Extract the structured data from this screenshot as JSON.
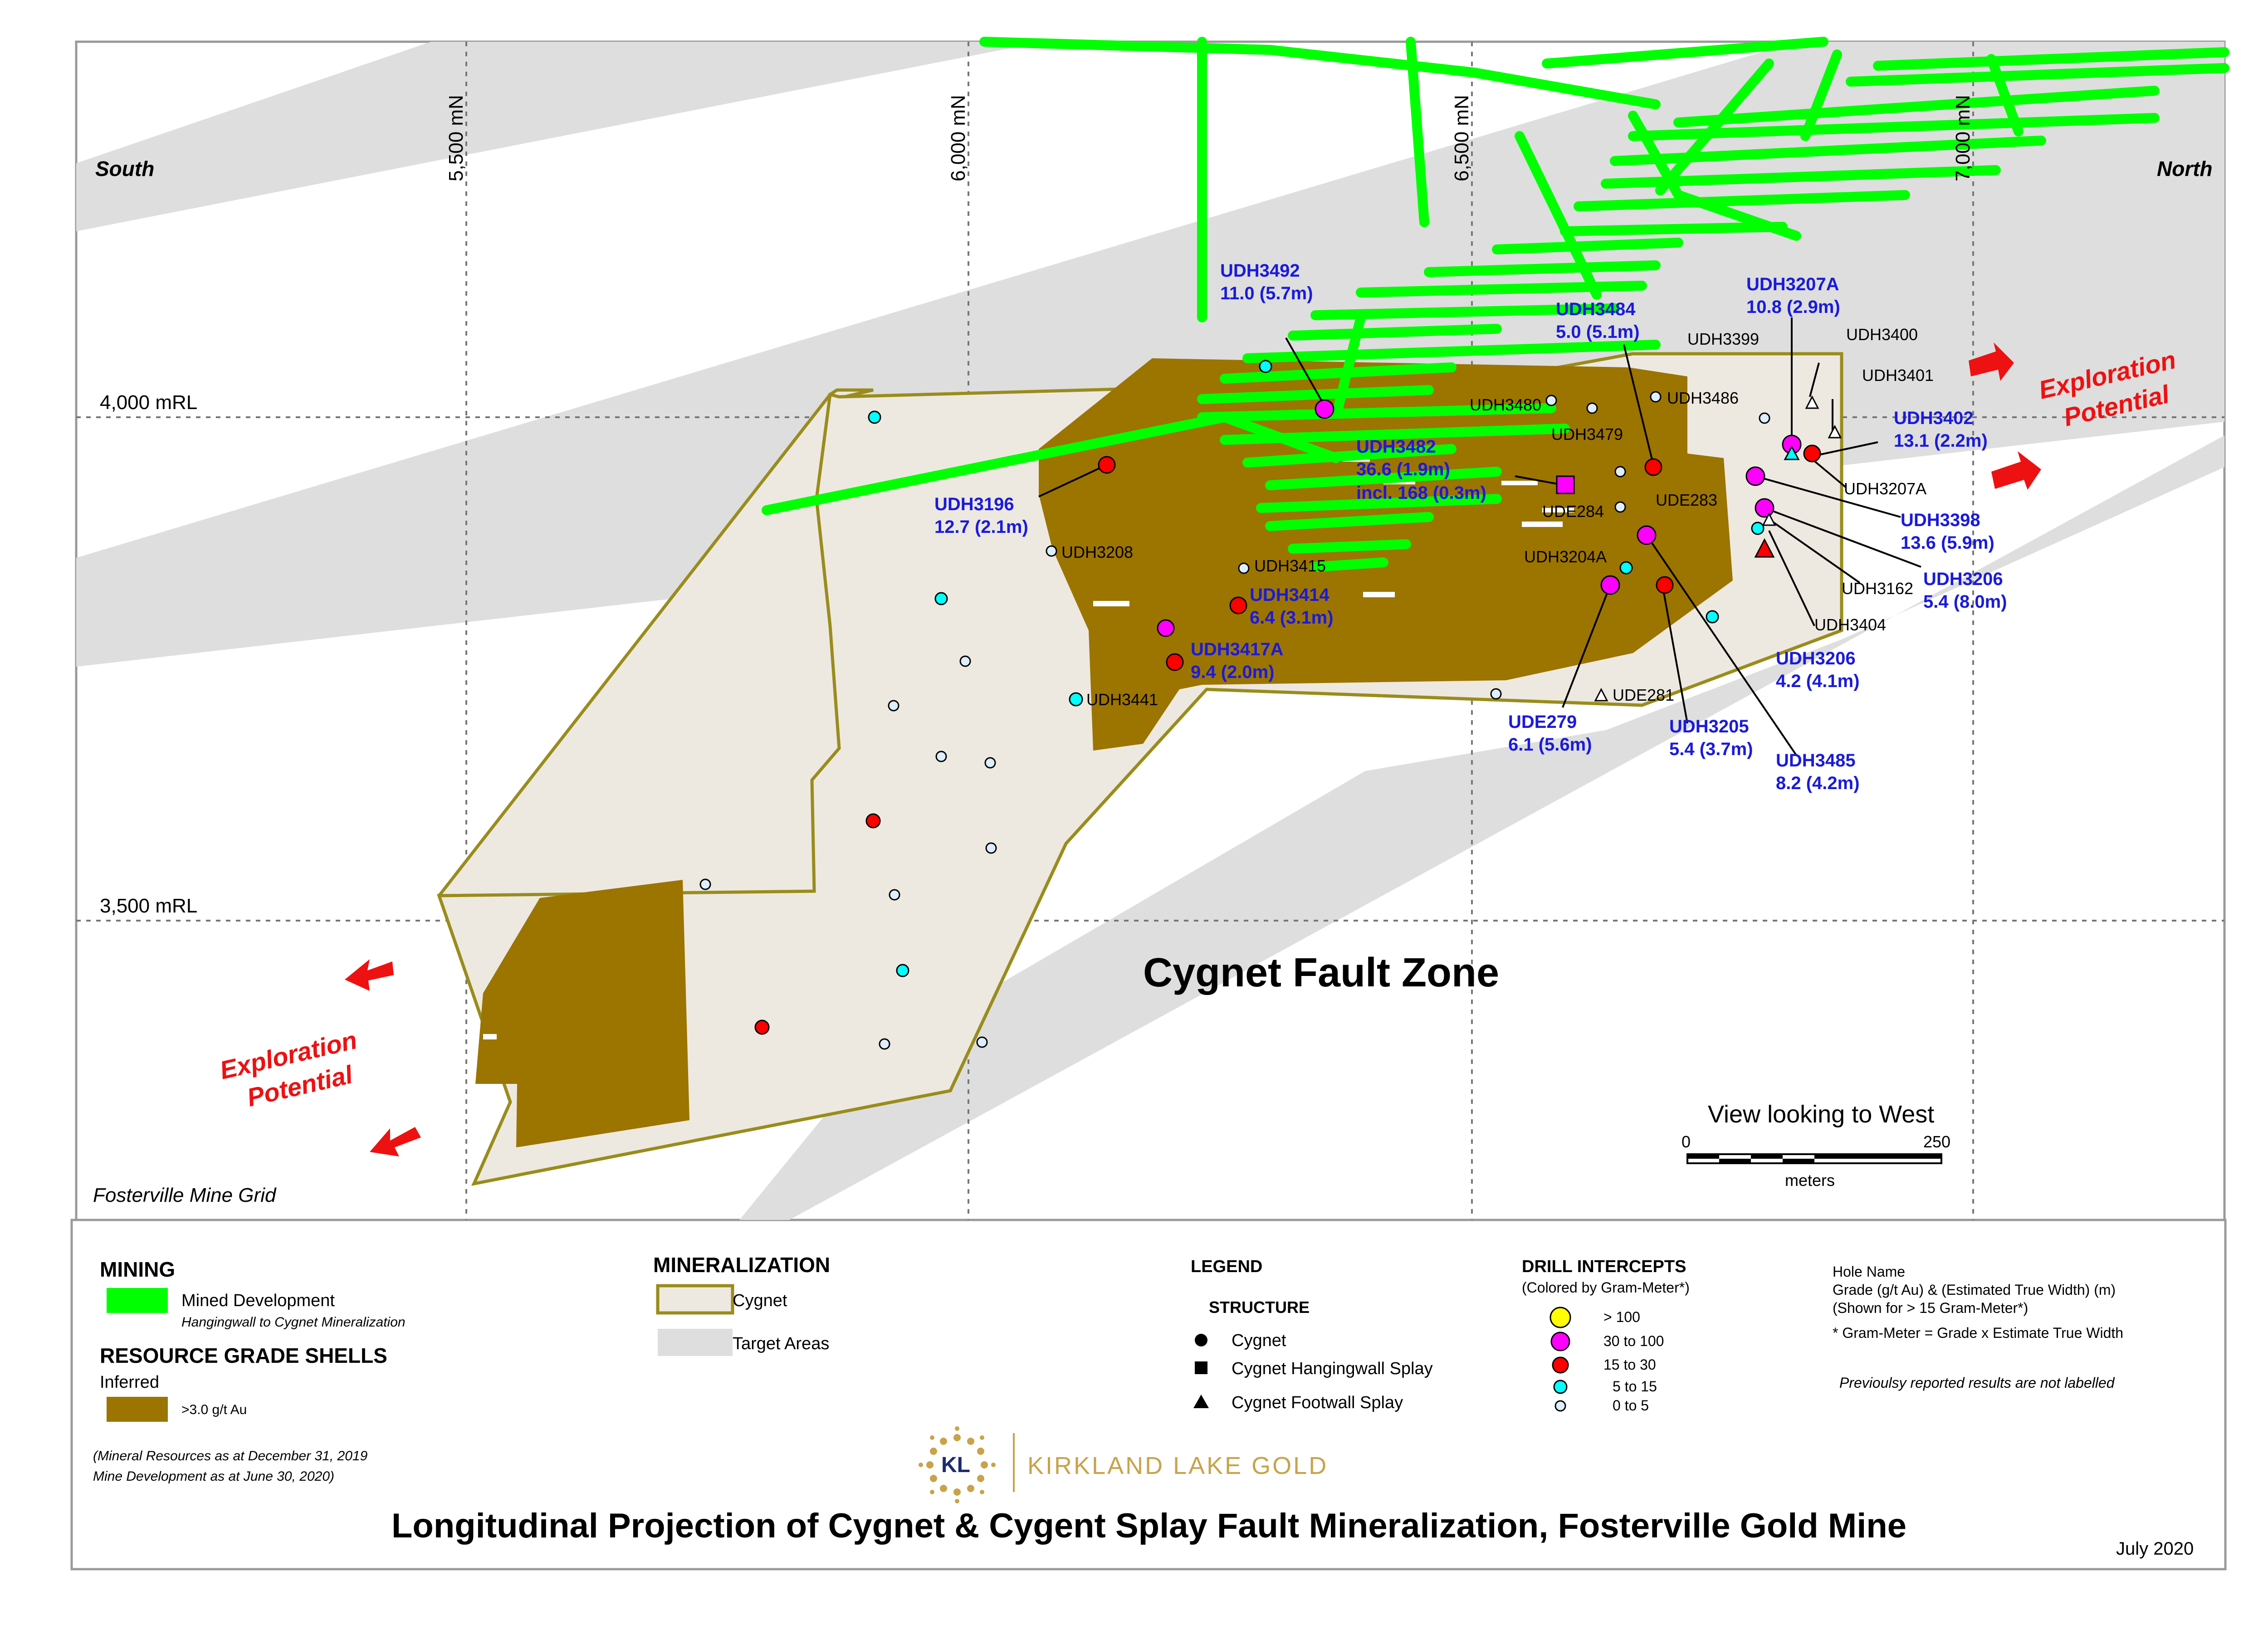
{
  "map": {
    "labels": {
      "south": "South",
      "north": "North",
      "grid": "Fosterville Mine Grid",
      "zone": "Cygnet Fault Zone",
      "view": "View looking to West",
      "exploration_line1": "Exploration",
      "exploration_line2": "Potential"
    },
    "grid_lines": {
      "northings": [
        "5,500 mN",
        "6,000 mN",
        "6,500 mN",
        "7,000 mN"
      ],
      "levels": [
        "4,000 mRL",
        "3,500 mRL"
      ]
    },
    "scale_bar": {
      "min": "0",
      "max": "250",
      "unit": "meters"
    },
    "holes": [
      {
        "id": "UDH3492",
        "value": "11.0 (5.7m)",
        "symbol": "circle",
        "class": "30 to 100"
      },
      {
        "id": "UDH3484",
        "value": "5.0 (5.1m)",
        "symbol": "circle",
        "class": "15 to 30"
      },
      {
        "id": "UDH3207A",
        "value": "10.8 (2.9m)",
        "symbol": "circle",
        "class": "30 to 100"
      },
      {
        "id": "UDH3402",
        "value": "13.1 (2.2m)",
        "symbol": "circle",
        "class": "15 to 30"
      },
      {
        "id": "UDH3482",
        "value": "36.6 (1.9m)",
        "value2": "incl. 168 (0.3m)",
        "symbol": "square",
        "class": "30 to 100"
      },
      {
        "id": "UDH3196",
        "value": "12.7 (2.1m)",
        "symbol": "circle",
        "class": "15 to 30"
      },
      {
        "id": "UDH3398",
        "value": "13.6 (5.9m)",
        "symbol": "circle",
        "class": "30 to 100"
      },
      {
        "id": "UDH3206",
        "value": "5.4 (8.0m)",
        "symbol": "circle",
        "class": "30 to 100"
      },
      {
        "id": "UDH3414",
        "value": "6.4 (3.1m)",
        "symbol": "circle",
        "class": "15 to 30"
      },
      {
        "id": "UDH3417A",
        "value": "9.4 (2.0m)",
        "symbol": "circle",
        "class": "15 to 30"
      },
      {
        "id": "UDH3206",
        "value": "4.2 (4.1m)",
        "symbol": "triangle",
        "class": "15 to 30"
      },
      {
        "id": "UDE279",
        "value": "6.1 (5.6m)",
        "symbol": "circle",
        "class": "30 to 100"
      },
      {
        "id": "UDH3205",
        "value": "5.4 (3.7m)",
        "symbol": "circle",
        "class": "15 to 30"
      },
      {
        "id": "UDH3485",
        "value": "8.2 (4.2m)",
        "symbol": "circle",
        "class": "30 to 100"
      }
    ],
    "small_labels": [
      "UDH3399",
      "UDH3400",
      "UDH3401",
      "UDH3486",
      "UDH3480",
      "UDH3479",
      "UDH3207A",
      "UDE283",
      "UDE284",
      "UDH3204A",
      "UDH3208",
      "UDH3415",
      "UDH3441",
      "UDH3162",
      "UDH3404",
      "UDE281"
    ]
  },
  "legend": {
    "mining": {
      "title": "MINING",
      "item": "Mined Development",
      "sub": "Hangingwall to Cygnet Mineralization",
      "color": "#00ff00"
    },
    "shells": {
      "title": "RESOURCE GRADE SHELLS",
      "sub": "Inferred",
      "item": ">3.0 g/t Au",
      "color": "#9c7400"
    },
    "notes": [
      "(Mineral Resources as at December 31, 2019",
      "Mine Development  as at June 30, 2020)"
    ],
    "mineralization": {
      "title": "MINERALIZATION",
      "cygnet": "Cygnet",
      "target": "Target Areas",
      "fill": "#ede9e0",
      "target_fill": "#dedede"
    },
    "legend_title": "LEGEND",
    "structure": {
      "title": "STRUCTURE",
      "items": [
        "Cygnet",
        "Cygnet Hangingwall Splay",
        "Cygnet Footwall  Splay"
      ]
    },
    "intercepts": {
      "title": "DRILL INTERCEPTS",
      "sub": "(Colored by Gram-Meter*)",
      "classes": [
        {
          "label": "> 100",
          "color": "#ffff00"
        },
        {
          "label": "30  to  100",
          "color": "#ff00ff"
        },
        {
          "label": "15  to    30",
          "color": "#ff0000"
        },
        {
          "label": "5  to    15",
          "color": "#00ffff"
        },
        {
          "label": "0  to      5",
          "color": "#ddeeff"
        }
      ]
    },
    "hole_notes": [
      "Hole Name",
      "Grade (g/t Au) & (Estimated True Width) (m)",
      "(Shown for > 15 Gram-Meter*)",
      "* Gram-Meter = Grade x Estimate True Width"
    ],
    "prev_note": "Previoulsy reported results are not labelled"
  },
  "logo": {
    "initials": "KL",
    "name": "KIRKLAND LAKE GOLD",
    "color": "#c9a24a"
  },
  "title": "Longitudinal Projection of Cygnet & Cygent Splay Fault Mineralization, Fosterville Gold Mine",
  "date": "July 2020"
}
